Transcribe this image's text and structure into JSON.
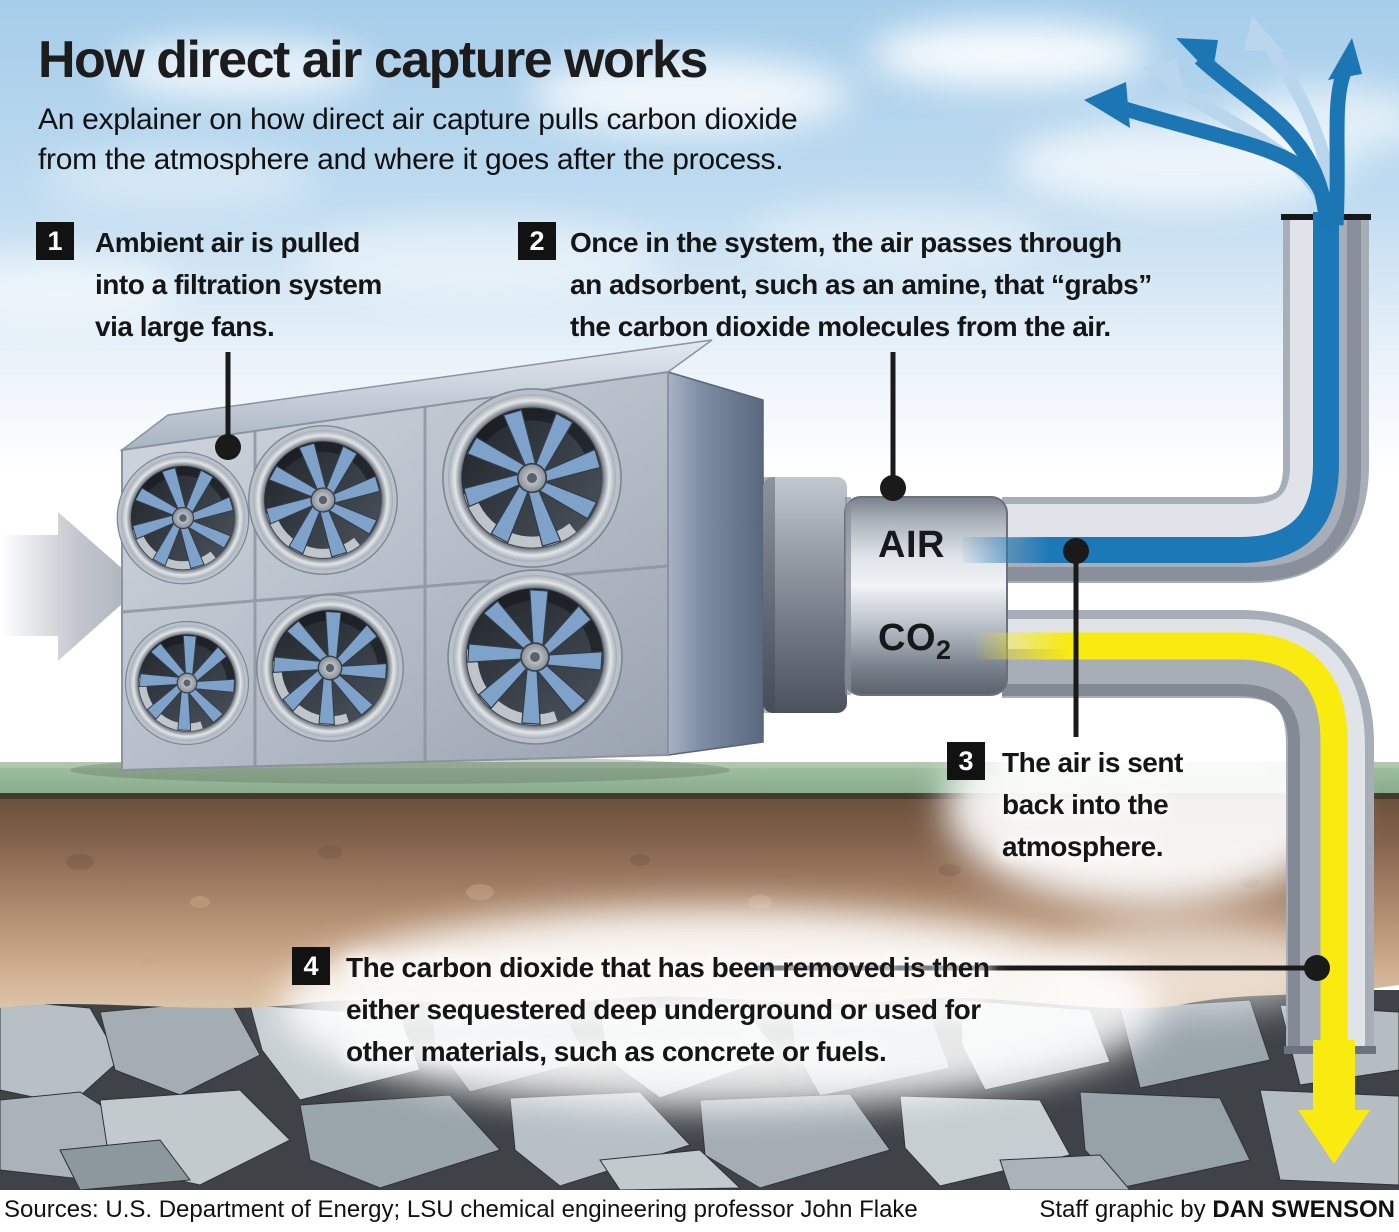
{
  "header": {
    "title": "How direct air capture works",
    "subtitle_lines": [
      "An explainer on how direct air capture pulls carbon dioxide",
      "from the atmosphere and where it goes after the process."
    ]
  },
  "steps": [
    {
      "number": "1",
      "lines": [
        "Ambient air is pulled",
        "into a filtration system",
        "via large fans."
      ]
    },
    {
      "number": "2",
      "lines": [
        "Once in the system, the air passes through",
        "an adsorbent, such as an amine, that “grabs”",
        "the carbon dioxide molecules from the air."
      ]
    },
    {
      "number": "3",
      "lines": [
        "The air is sent",
        "back into the",
        "atmosphere."
      ]
    },
    {
      "number": "4",
      "lines": [
        "The carbon dioxide that has been removed is then",
        "either sequestered deep underground or used for",
        "other materials, such as concrete or fuels."
      ]
    }
  ],
  "pipe_labels": {
    "air": "AIR",
    "co2": "CO",
    "co2_sub": "2"
  },
  "footer": {
    "sources": "Sources: U.S. Department of Energy; LSU chemical engineering professor John Flake",
    "credit_prefix": "Staff graphic by ",
    "credit_name": "DAN SWENSON"
  },
  "colors": {
    "air_stream": "#1d78b8",
    "air_stream_light": "#b9d6ec",
    "co2_stream": "#f9ea0f",
    "sky": "#a6cdea",
    "grass": "#92b695",
    "soil": "#8a6a52",
    "rock": "#9aa4ab",
    "leader": "#1a1a1a"
  }
}
